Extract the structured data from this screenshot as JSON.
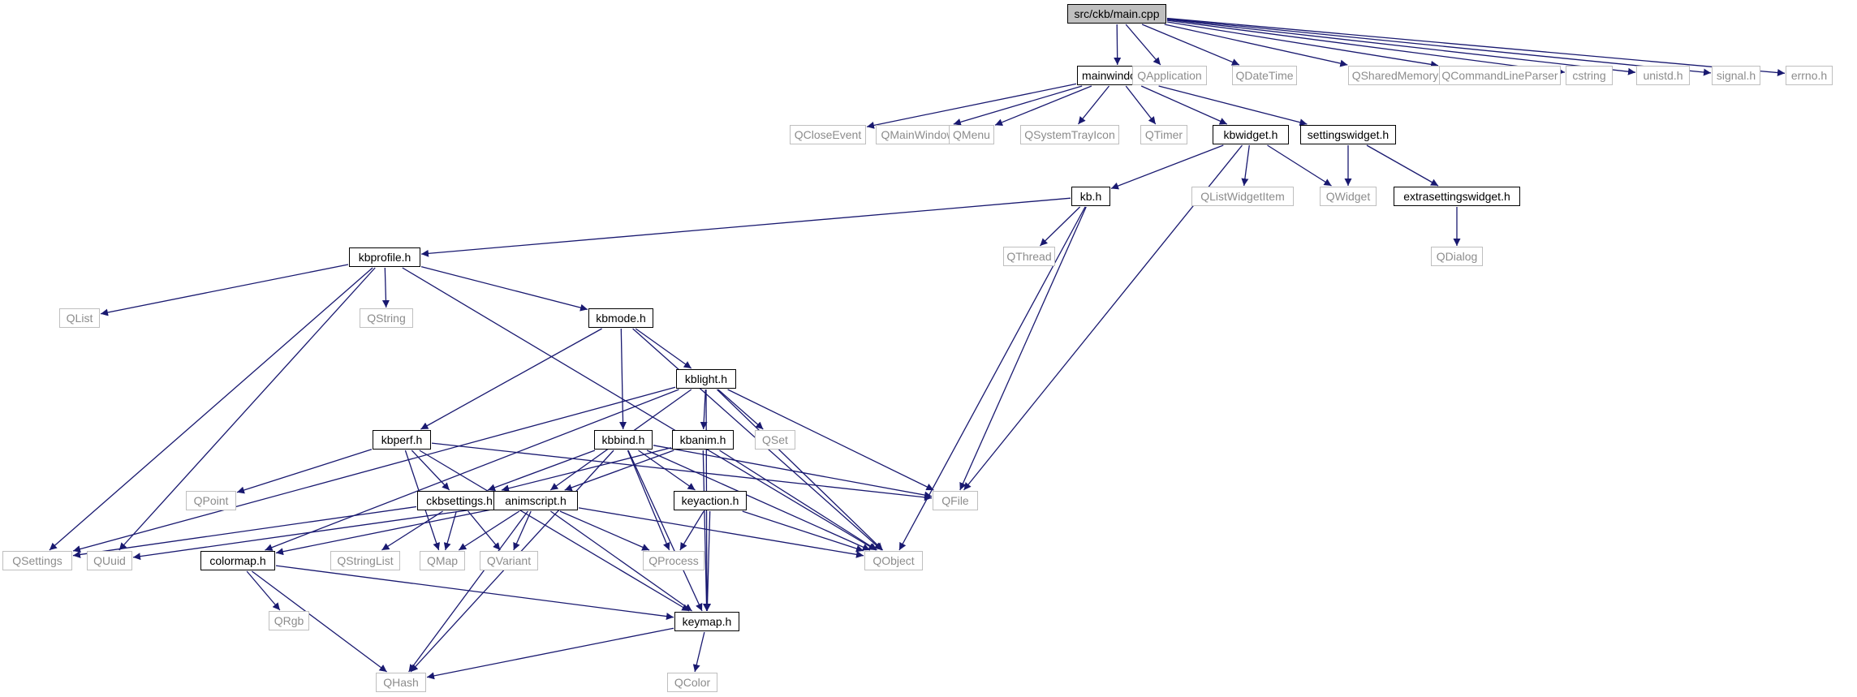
{
  "colors": {
    "edge": "#191970",
    "doc_border": "#000000",
    "ext_border": "#bfbfbf",
    "ext_text": "#8c8c8c",
    "root_fill": "#bfbfbf"
  },
  "nodes": {
    "main": {
      "label": "src/ckb/main.cpp",
      "kind": "root"
    },
    "mainwindow": {
      "label": "mainwindow.h",
      "kind": "doc"
    },
    "qapplication": {
      "label": "QApplication",
      "kind": "ext"
    },
    "qdatetime": {
      "label": "QDateTime",
      "kind": "ext"
    },
    "qsharedmemory": {
      "label": "QSharedMemory",
      "kind": "ext"
    },
    "qcommandlineparser": {
      "label": "QCommandLineParser",
      "kind": "ext"
    },
    "cstring": {
      "label": "cstring",
      "kind": "ext"
    },
    "unistd": {
      "label": "unistd.h",
      "kind": "ext"
    },
    "signal": {
      "label": "signal.h",
      "kind": "ext"
    },
    "errno": {
      "label": "errno.h",
      "kind": "ext"
    },
    "qcloseevent": {
      "label": "QCloseEvent",
      "kind": "ext"
    },
    "qmainwindow": {
      "label": "QMainWindow",
      "kind": "ext"
    },
    "qmenu": {
      "label": "QMenu",
      "kind": "ext"
    },
    "qsystemtrayicon": {
      "label": "QSystemTrayIcon",
      "kind": "ext"
    },
    "qtimer": {
      "label": "QTimer",
      "kind": "ext"
    },
    "kbwidget": {
      "label": "kbwidget.h",
      "kind": "doc"
    },
    "settingswidget": {
      "label": "settingswidget.h",
      "kind": "doc"
    },
    "kb": {
      "label": "kb.h",
      "kind": "doc"
    },
    "qlistwidgetitem": {
      "label": "QListWidgetItem",
      "kind": "ext"
    },
    "qwidget": {
      "label": "QWidget",
      "kind": "ext"
    },
    "extrasettingswidget": {
      "label": "extrasettingswidget.h",
      "kind": "doc"
    },
    "qthread": {
      "label": "QThread",
      "kind": "ext"
    },
    "qdialog": {
      "label": "QDialog",
      "kind": "ext"
    },
    "kbprofile": {
      "label": "kbprofile.h",
      "kind": "doc"
    },
    "qlist": {
      "label": "QList",
      "kind": "ext"
    },
    "qstring": {
      "label": "QString",
      "kind": "ext"
    },
    "kbmode": {
      "label": "kbmode.h",
      "kind": "doc"
    },
    "kblight": {
      "label": "kblight.h",
      "kind": "doc"
    },
    "kbperf": {
      "label": "kbperf.h",
      "kind": "doc"
    },
    "kbbind": {
      "label": "kbbind.h",
      "kind": "doc"
    },
    "kbanim": {
      "label": "kbanim.h",
      "kind": "doc"
    },
    "qset": {
      "label": "QSet",
      "kind": "ext"
    },
    "qpoint": {
      "label": "QPoint",
      "kind": "ext"
    },
    "ckbsettings": {
      "label": "ckbsettings.h",
      "kind": "doc"
    },
    "animscript": {
      "label": "animscript.h",
      "kind": "doc"
    },
    "keyaction": {
      "label": "keyaction.h",
      "kind": "doc"
    },
    "qfile": {
      "label": "QFile",
      "kind": "ext"
    },
    "qsettings": {
      "label": "QSettings",
      "kind": "ext"
    },
    "quuid": {
      "label": "QUuid",
      "kind": "ext"
    },
    "colormap": {
      "label": "colormap.h",
      "kind": "doc"
    },
    "qstringlist": {
      "label": "QStringList",
      "kind": "ext"
    },
    "qmap": {
      "label": "QMap",
      "kind": "ext"
    },
    "qvariant": {
      "label": "QVariant",
      "kind": "ext"
    },
    "qprocess": {
      "label": "QProcess",
      "kind": "ext"
    },
    "qobject": {
      "label": "QObject",
      "kind": "ext"
    },
    "qrgb": {
      "label": "QRgb",
      "kind": "ext"
    },
    "keymap": {
      "label": "keymap.h",
      "kind": "doc"
    },
    "qcolor": {
      "label": "QColor",
      "kind": "ext"
    },
    "qhash": {
      "label": "QHash",
      "kind": "ext"
    }
  },
  "edges": [
    [
      "main",
      "mainwindow"
    ],
    [
      "main",
      "qapplication"
    ],
    [
      "main",
      "qdatetime"
    ],
    [
      "main",
      "qsharedmemory"
    ],
    [
      "main",
      "qcommandlineparser"
    ],
    [
      "main",
      "cstring"
    ],
    [
      "main",
      "unistd"
    ],
    [
      "main",
      "signal"
    ],
    [
      "main",
      "errno"
    ],
    [
      "mainwindow",
      "qcloseevent"
    ],
    [
      "mainwindow",
      "qmainwindow"
    ],
    [
      "mainwindow",
      "qmenu"
    ],
    [
      "mainwindow",
      "qsystemtrayicon"
    ],
    [
      "mainwindow",
      "qtimer"
    ],
    [
      "mainwindow",
      "kbwidget"
    ],
    [
      "mainwindow",
      "settingswidget"
    ],
    [
      "kbwidget",
      "kb"
    ],
    [
      "kbwidget",
      "qlistwidgetitem"
    ],
    [
      "kbwidget",
      "qwidget"
    ],
    [
      "kbwidget",
      "qfile"
    ],
    [
      "settingswidget",
      "qwidget"
    ],
    [
      "settingswidget",
      "extrasettingswidget"
    ],
    [
      "extrasettingswidget",
      "qdialog"
    ],
    [
      "kb",
      "kbprofile"
    ],
    [
      "kb",
      "qthread"
    ],
    [
      "kb",
      "qfile"
    ],
    [
      "kb",
      "qobject"
    ],
    [
      "kbprofile",
      "qsettings"
    ],
    [
      "kbprofile",
      "qlist"
    ],
    [
      "kbprofile",
      "qstring"
    ],
    [
      "kbprofile",
      "kbmode"
    ],
    [
      "kbprofile",
      "quuid"
    ],
    [
      "kbprofile",
      "qobject"
    ],
    [
      "kbmode",
      "kblight"
    ],
    [
      "kbmode",
      "kbperf"
    ],
    [
      "kbmode",
      "kbbind"
    ],
    [
      "kbmode",
      "qobject"
    ],
    [
      "kblight",
      "qset"
    ],
    [
      "kblight",
      "kbanim"
    ],
    [
      "kblight",
      "animscript"
    ],
    [
      "kblight",
      "qfile"
    ],
    [
      "kblight",
      "qobject"
    ],
    [
      "kblight",
      "qsettings"
    ],
    [
      "kblight",
      "keymap"
    ],
    [
      "kblight",
      "colormap"
    ],
    [
      "kbperf",
      "qpoint"
    ],
    [
      "kbperf",
      "ckbsettings"
    ],
    [
      "kbperf",
      "qfile"
    ],
    [
      "kbperf",
      "qmap"
    ],
    [
      "kbperf",
      "keymap"
    ],
    [
      "kbbind",
      "ckbsettings"
    ],
    [
      "kbbind",
      "keyaction"
    ],
    [
      "kbbind",
      "qprocess"
    ],
    [
      "kbbind",
      "qobject"
    ],
    [
      "kbbind",
      "keymap"
    ],
    [
      "kbbind",
      "qhash"
    ],
    [
      "kbbind",
      "qfile"
    ],
    [
      "kbanim",
      "animscript"
    ],
    [
      "kbanim",
      "ckbsettings"
    ],
    [
      "kbanim",
      "qobject"
    ],
    [
      "kbanim",
      "keymap"
    ],
    [
      "ckbsettings",
      "qsettings"
    ],
    [
      "ckbsettings",
      "qstringlist"
    ],
    [
      "ckbsettings",
      "qmap"
    ],
    [
      "ckbsettings",
      "qvariant"
    ],
    [
      "animscript",
      "quuid"
    ],
    [
      "animscript",
      "colormap"
    ],
    [
      "animscript",
      "qmap"
    ],
    [
      "animscript",
      "qvariant"
    ],
    [
      "animscript",
      "qprocess"
    ],
    [
      "animscript",
      "qobject"
    ],
    [
      "animscript",
      "keymap"
    ],
    [
      "animscript",
      "qhash"
    ],
    [
      "keyaction",
      "qprocess"
    ],
    [
      "keyaction",
      "qobject"
    ],
    [
      "keyaction",
      "keymap"
    ],
    [
      "colormap",
      "qrgb"
    ],
    [
      "colormap",
      "keymap"
    ],
    [
      "colormap",
      "qhash"
    ],
    [
      "keymap",
      "qhash"
    ],
    [
      "keymap",
      "qcolor"
    ]
  ]
}
